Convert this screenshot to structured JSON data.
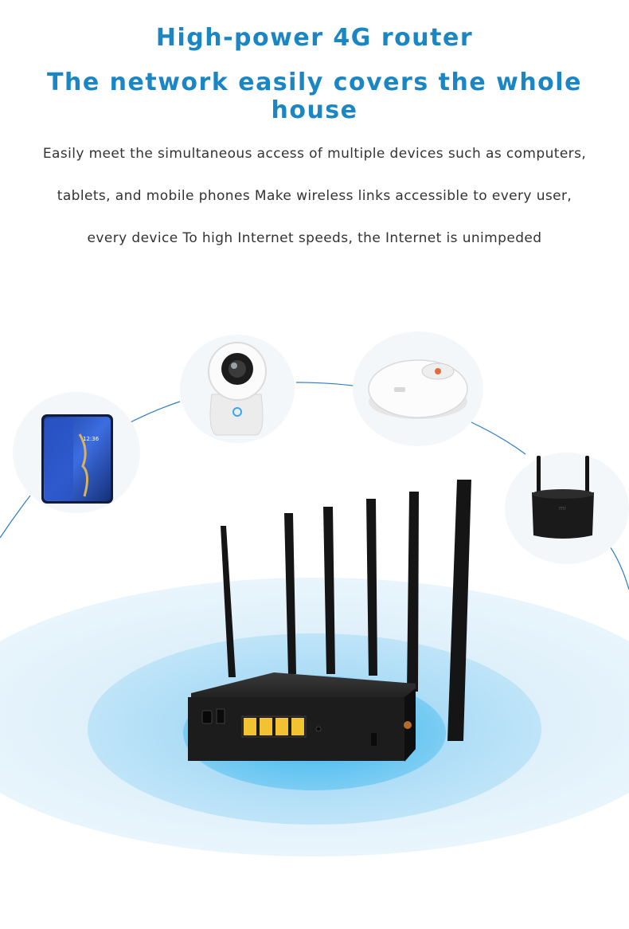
{
  "heading": {
    "line1": "High-power 4G router",
    "line2": "The network easily covers the whole house"
  },
  "description": {
    "line1": "Easily meet the simultaneous access of multiple devices such as computers,",
    "line2": "tablets, and mobile phones Make wireless links accessible to every user,",
    "line3": "every device To high Internet speeds, the Internet is unimpeded"
  },
  "colors": {
    "heading": "#1a86c4",
    "body_text": "#333333",
    "signal_outer": "#dbeffa",
    "signal_mid": "#aadcf6",
    "signal_inner": "#6cc6f1",
    "router_body": "#1b1b1b",
    "lan_port": "#f2c230",
    "link_line": "#2c7cc4"
  },
  "devices": [
    {
      "name": "smartphone",
      "icon": "phone-icon"
    },
    {
      "name": "security-camera",
      "icon": "camera-icon"
    },
    {
      "name": "robot-vacuum",
      "icon": "robot-vacuum-icon"
    },
    {
      "name": "wifi-extender",
      "icon": "wifi-extender-icon"
    }
  ],
  "router": {
    "antenna_count": 6,
    "lan_port_count": 4
  }
}
